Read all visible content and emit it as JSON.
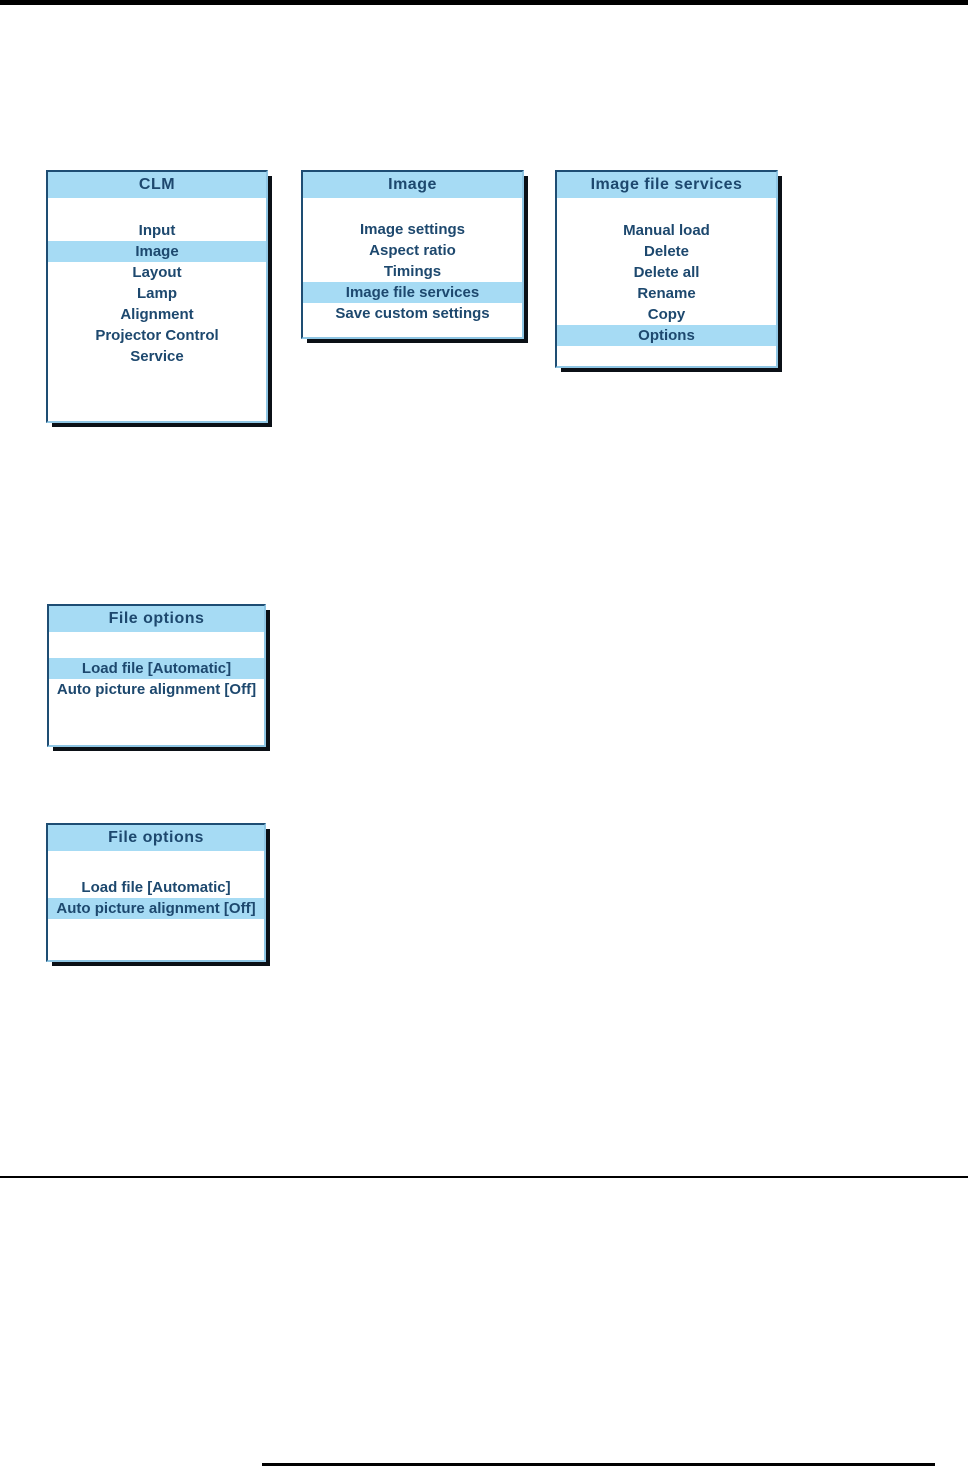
{
  "page": {
    "top_bar_color": "#000000",
    "divider_color": "#000000",
    "background_color": "#ffffff"
  },
  "colors": {
    "menu_border": "#1e4d73",
    "menu_bevel_light": "#8fc6e4",
    "menu_shadow": "#0b1016",
    "menu_background": "#ffffff",
    "highlight_band": "#a6dbf4",
    "menu_text": "#1d486e"
  },
  "menus": [
    {
      "id": "menu-clm",
      "title": "CLM",
      "items": [
        {
          "label": "Input",
          "selected": false
        },
        {
          "label": "Image",
          "selected": true
        },
        {
          "label": "Layout",
          "selected": false
        },
        {
          "label": "Lamp",
          "selected": false
        },
        {
          "label": "Alignment",
          "selected": false
        },
        {
          "label": "Projector Control",
          "selected": false
        },
        {
          "label": "Service",
          "selected": false
        }
      ]
    },
    {
      "id": "menu-image",
      "title": "Image",
      "items": [
        {
          "label": "Image settings",
          "selected": false
        },
        {
          "label": "Aspect ratio",
          "selected": false
        },
        {
          "label": "Timings",
          "selected": false
        },
        {
          "label": "Image file services",
          "selected": true
        },
        {
          "label": "Save custom settings",
          "selected": false
        }
      ]
    },
    {
      "id": "menu-image-file-services",
      "title": "Image file services",
      "items": [
        {
          "label": "Manual load",
          "selected": false
        },
        {
          "label": "Delete",
          "selected": false
        },
        {
          "label": "Delete all",
          "selected": false
        },
        {
          "label": "Rename",
          "selected": false
        },
        {
          "label": "Copy",
          "selected": false
        },
        {
          "label": "Options",
          "selected": true
        }
      ]
    },
    {
      "id": "menu-file-options-1",
      "title": "File options",
      "items": [
        {
          "label": "Load file [Automatic]",
          "selected": true
        },
        {
          "label": "Auto picture alignment [Off]",
          "selected": false
        }
      ]
    },
    {
      "id": "menu-file-options-2",
      "title": "File options",
      "items": [
        {
          "label": "Load file [Automatic]",
          "selected": false
        },
        {
          "label": "Auto picture alignment [Off]",
          "selected": true
        }
      ]
    }
  ]
}
